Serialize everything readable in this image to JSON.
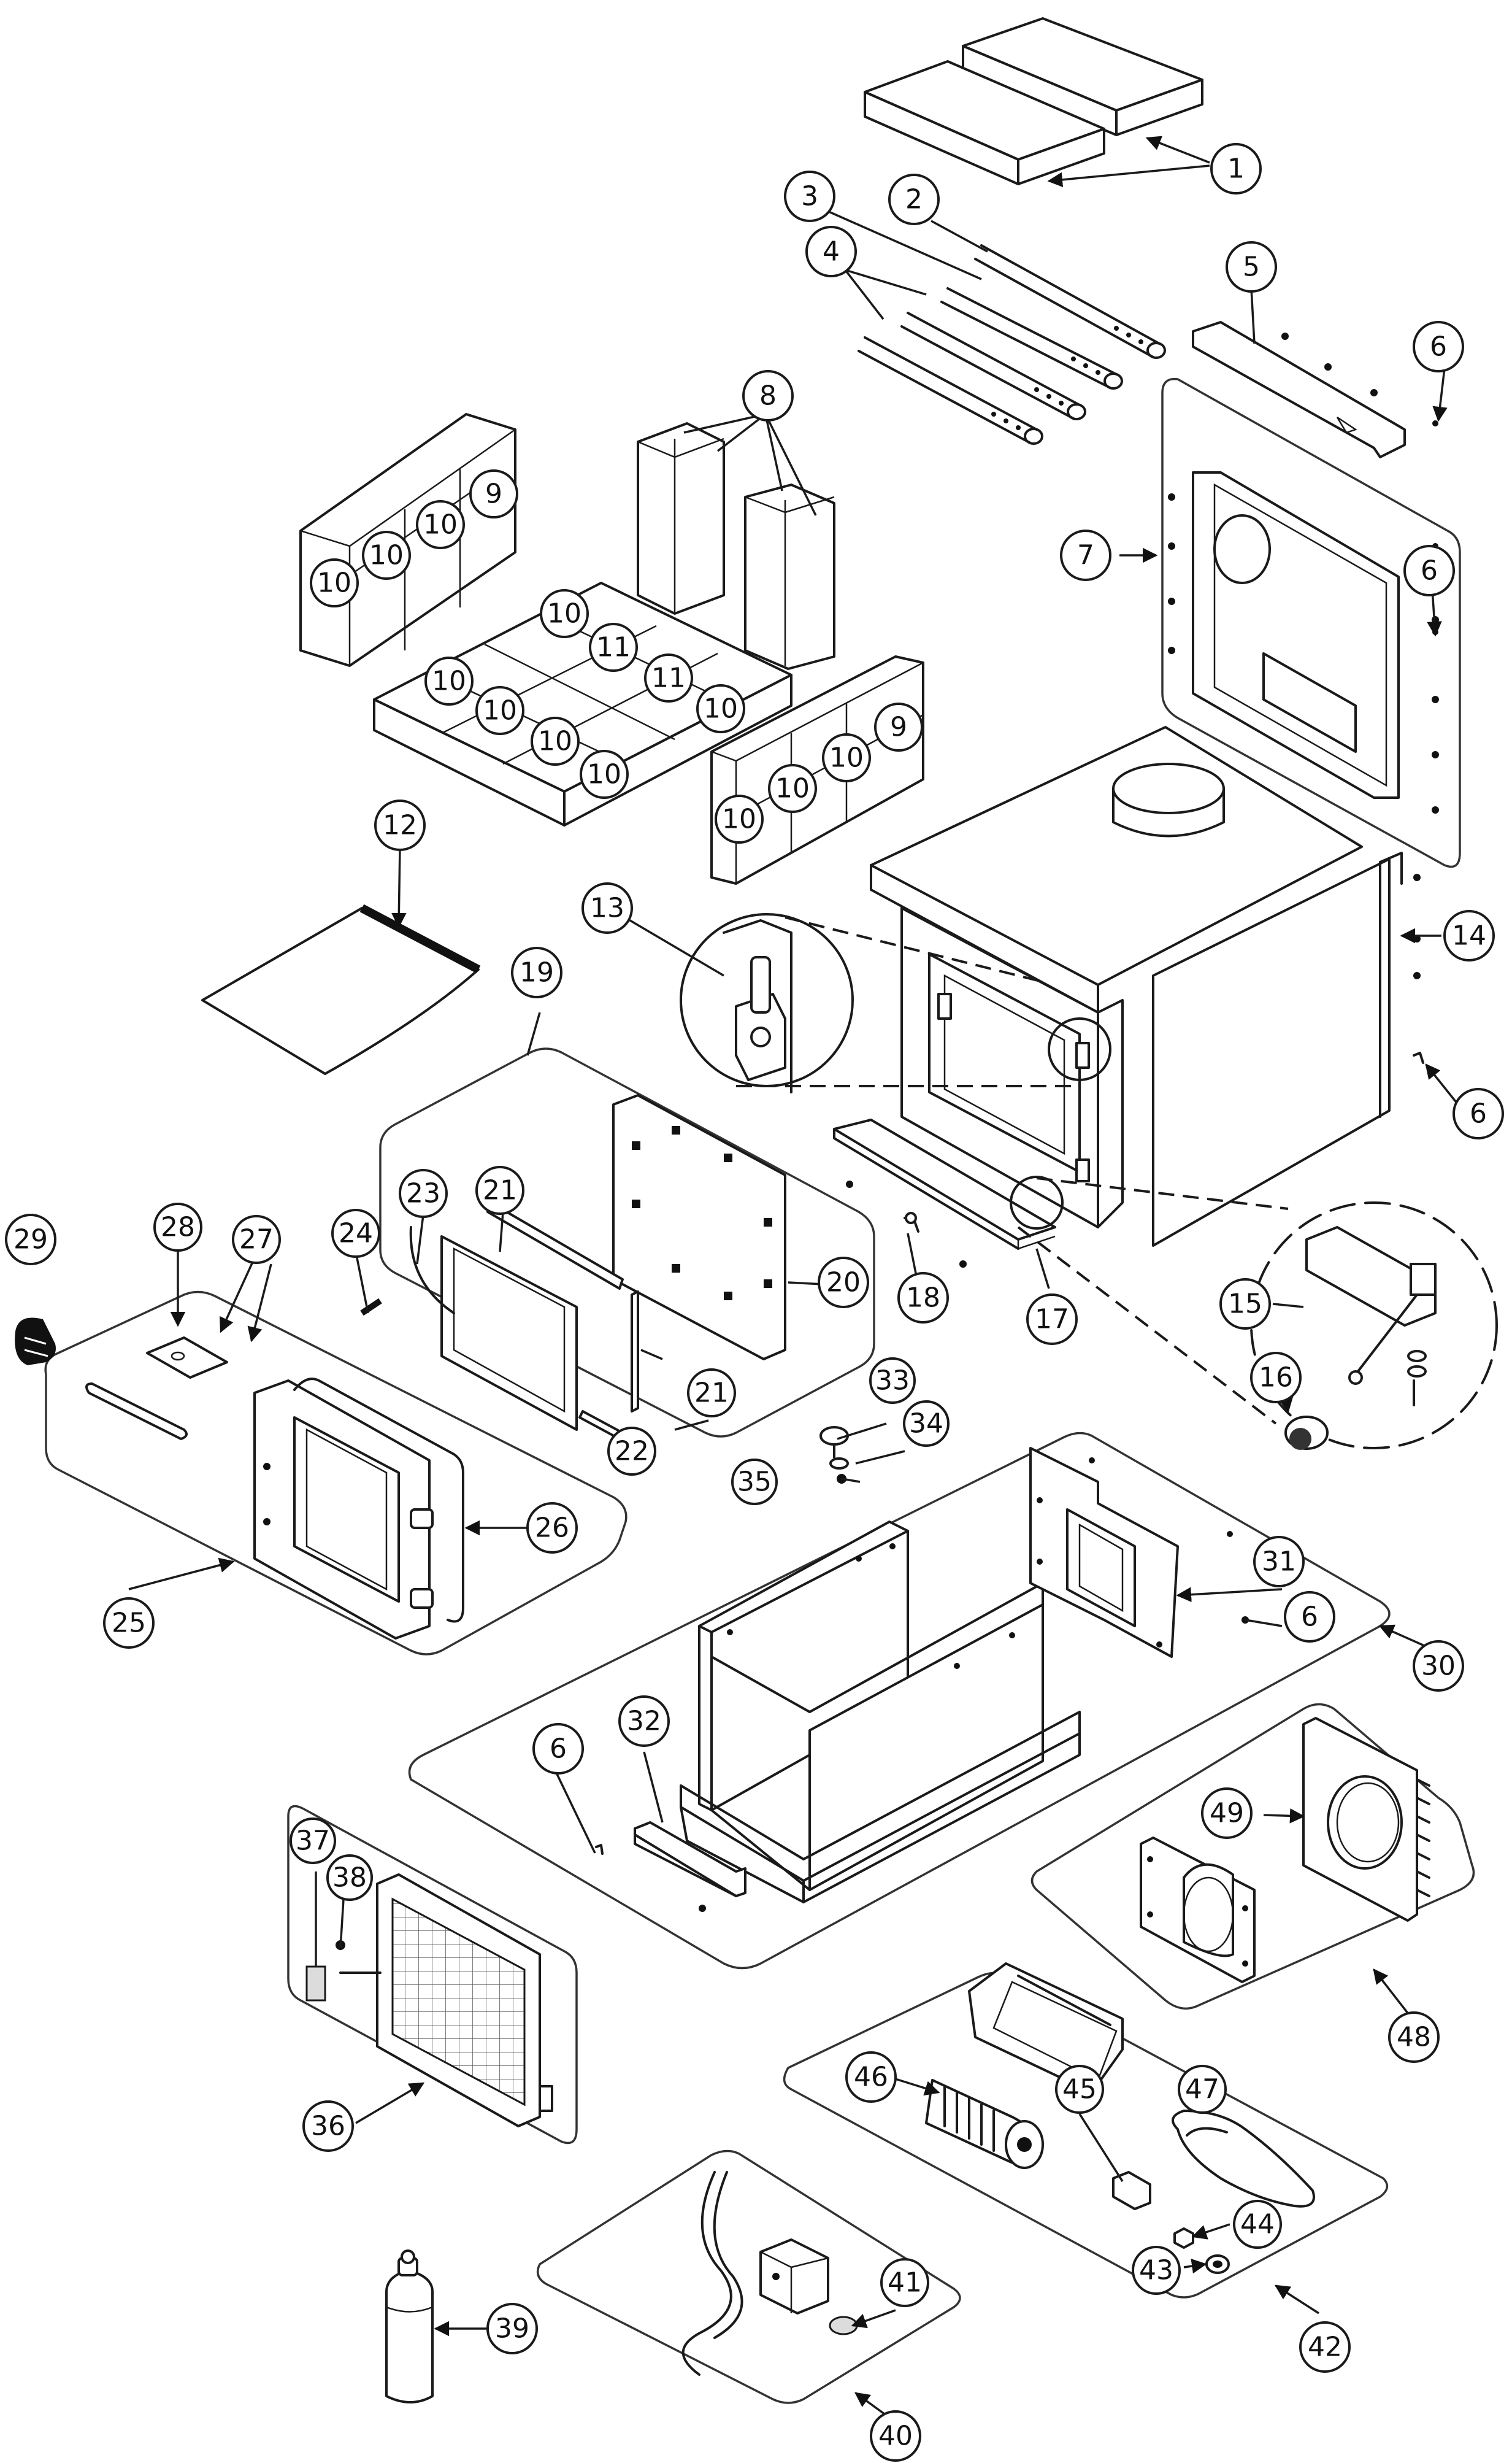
{
  "diagram": {
    "type": "exploded parts diagram",
    "callouts": [
      "1",
      "2",
      "3",
      "4",
      "5",
      "6",
      "7",
      "8",
      "9",
      "10",
      "11",
      "12",
      "13",
      "14",
      "15",
      "16",
      "17",
      "18",
      "19",
      "20",
      "21",
      "22",
      "23",
      "24",
      "25",
      "26",
      "27",
      "28",
      "29",
      "30",
      "31",
      "32",
      "33",
      "34",
      "35",
      "36",
      "37",
      "38",
      "39",
      "40",
      "41",
      "42",
      "43",
      "44",
      "45",
      "46",
      "47",
      "48",
      "49"
    ],
    "repeated_labels": {
      "brick_10": "10",
      "brick_11": "11",
      "brick_9": "9",
      "screw_6": "6",
      "glass_21": "21"
    }
  }
}
